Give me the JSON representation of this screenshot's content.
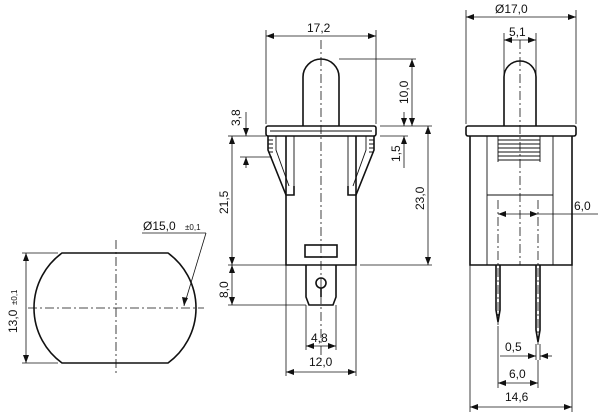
{
  "dimensions": {
    "top_overall_width": "17,2",
    "top_height": "10,0",
    "flange_offset": "3,8",
    "flange_thickness": "1,5",
    "clip_length": "21,5",
    "body_height": "23,0",
    "terminal_length": "8,0",
    "terminal_width": "4,8",
    "base_width": "12,0",
    "face_diameter": "Ø15,0",
    "face_diameter_tol": "±0,1",
    "face_height": "13,0",
    "face_height_tol": "±0,1",
    "side_overall_width": "Ø17,0",
    "plunger_width": "5,1",
    "inner_width": "6,0",
    "pin_thickness": "0,5",
    "pin_spacing": "6,0",
    "side_base_width": "14,6"
  }
}
